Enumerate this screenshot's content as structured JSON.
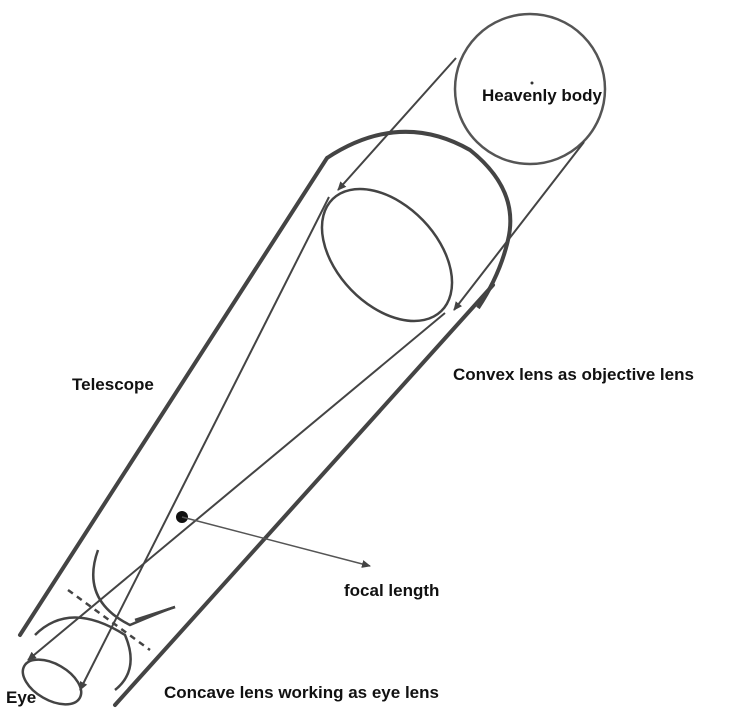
{
  "labels": {
    "heavenly_body": "Heavenly body",
    "convex_lens": "Convex lens as objective lens",
    "telescope": "Telescope",
    "focal_length": "focal length",
    "eye": "Eye",
    "concave_lens": "Concave lens working as eye lens"
  },
  "colors": {
    "stroke": "#444444",
    "text": "#111111",
    "background": "#ffffff"
  }
}
